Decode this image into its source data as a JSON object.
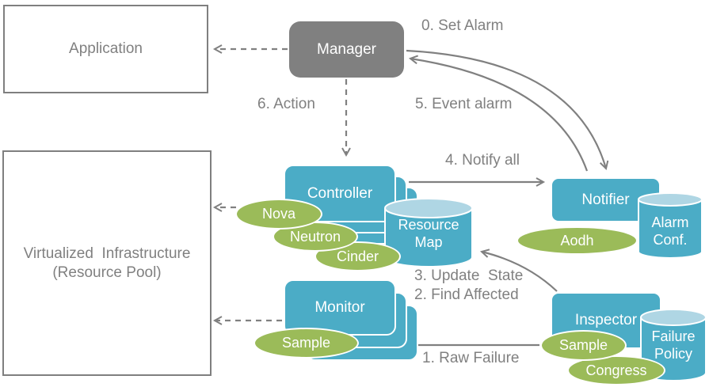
{
  "diagram": {
    "boxes": {
      "application": "Application",
      "manager": "Manager",
      "virtualized_infrastructure": {
        "line1": "Virtualized  Infrastructure",
        "line2": "(Resource Pool)"
      },
      "controller": "Controller",
      "monitor": "Monitor",
      "notifier": "Notifier",
      "inspector": "Inspector"
    },
    "cylinders": {
      "resource_map": {
        "line1": "Resource",
        "line2": "Map"
      },
      "alarm_conf": {
        "line1": "Alarm",
        "line2": "Conf."
      },
      "failure_policy": {
        "line1": "Failure",
        "line2": "Policy"
      }
    },
    "ellipses": {
      "nova": "Nova",
      "neutron": "Neutron",
      "cinder": "Cinder",
      "aodh": "Aodh",
      "sample_monitor": "Sample",
      "sample_inspector": "Sample",
      "congress": "Congress"
    },
    "edge_labels": {
      "set_alarm": "0. Set Alarm",
      "raw_failure": "1. Raw Failure",
      "find_affected": "2. Find Affected",
      "update_state": "3. Update  State",
      "notify_all": "4. Notify all",
      "event_alarm": "5. Event alarm",
      "action": "6. Action"
    },
    "colors": {
      "teal": "#4BACC6",
      "teal_light": "#AFD6E4",
      "green": "#9BBB59",
      "gray": "#808080",
      "box_border": "#7F7F7F"
    }
  }
}
